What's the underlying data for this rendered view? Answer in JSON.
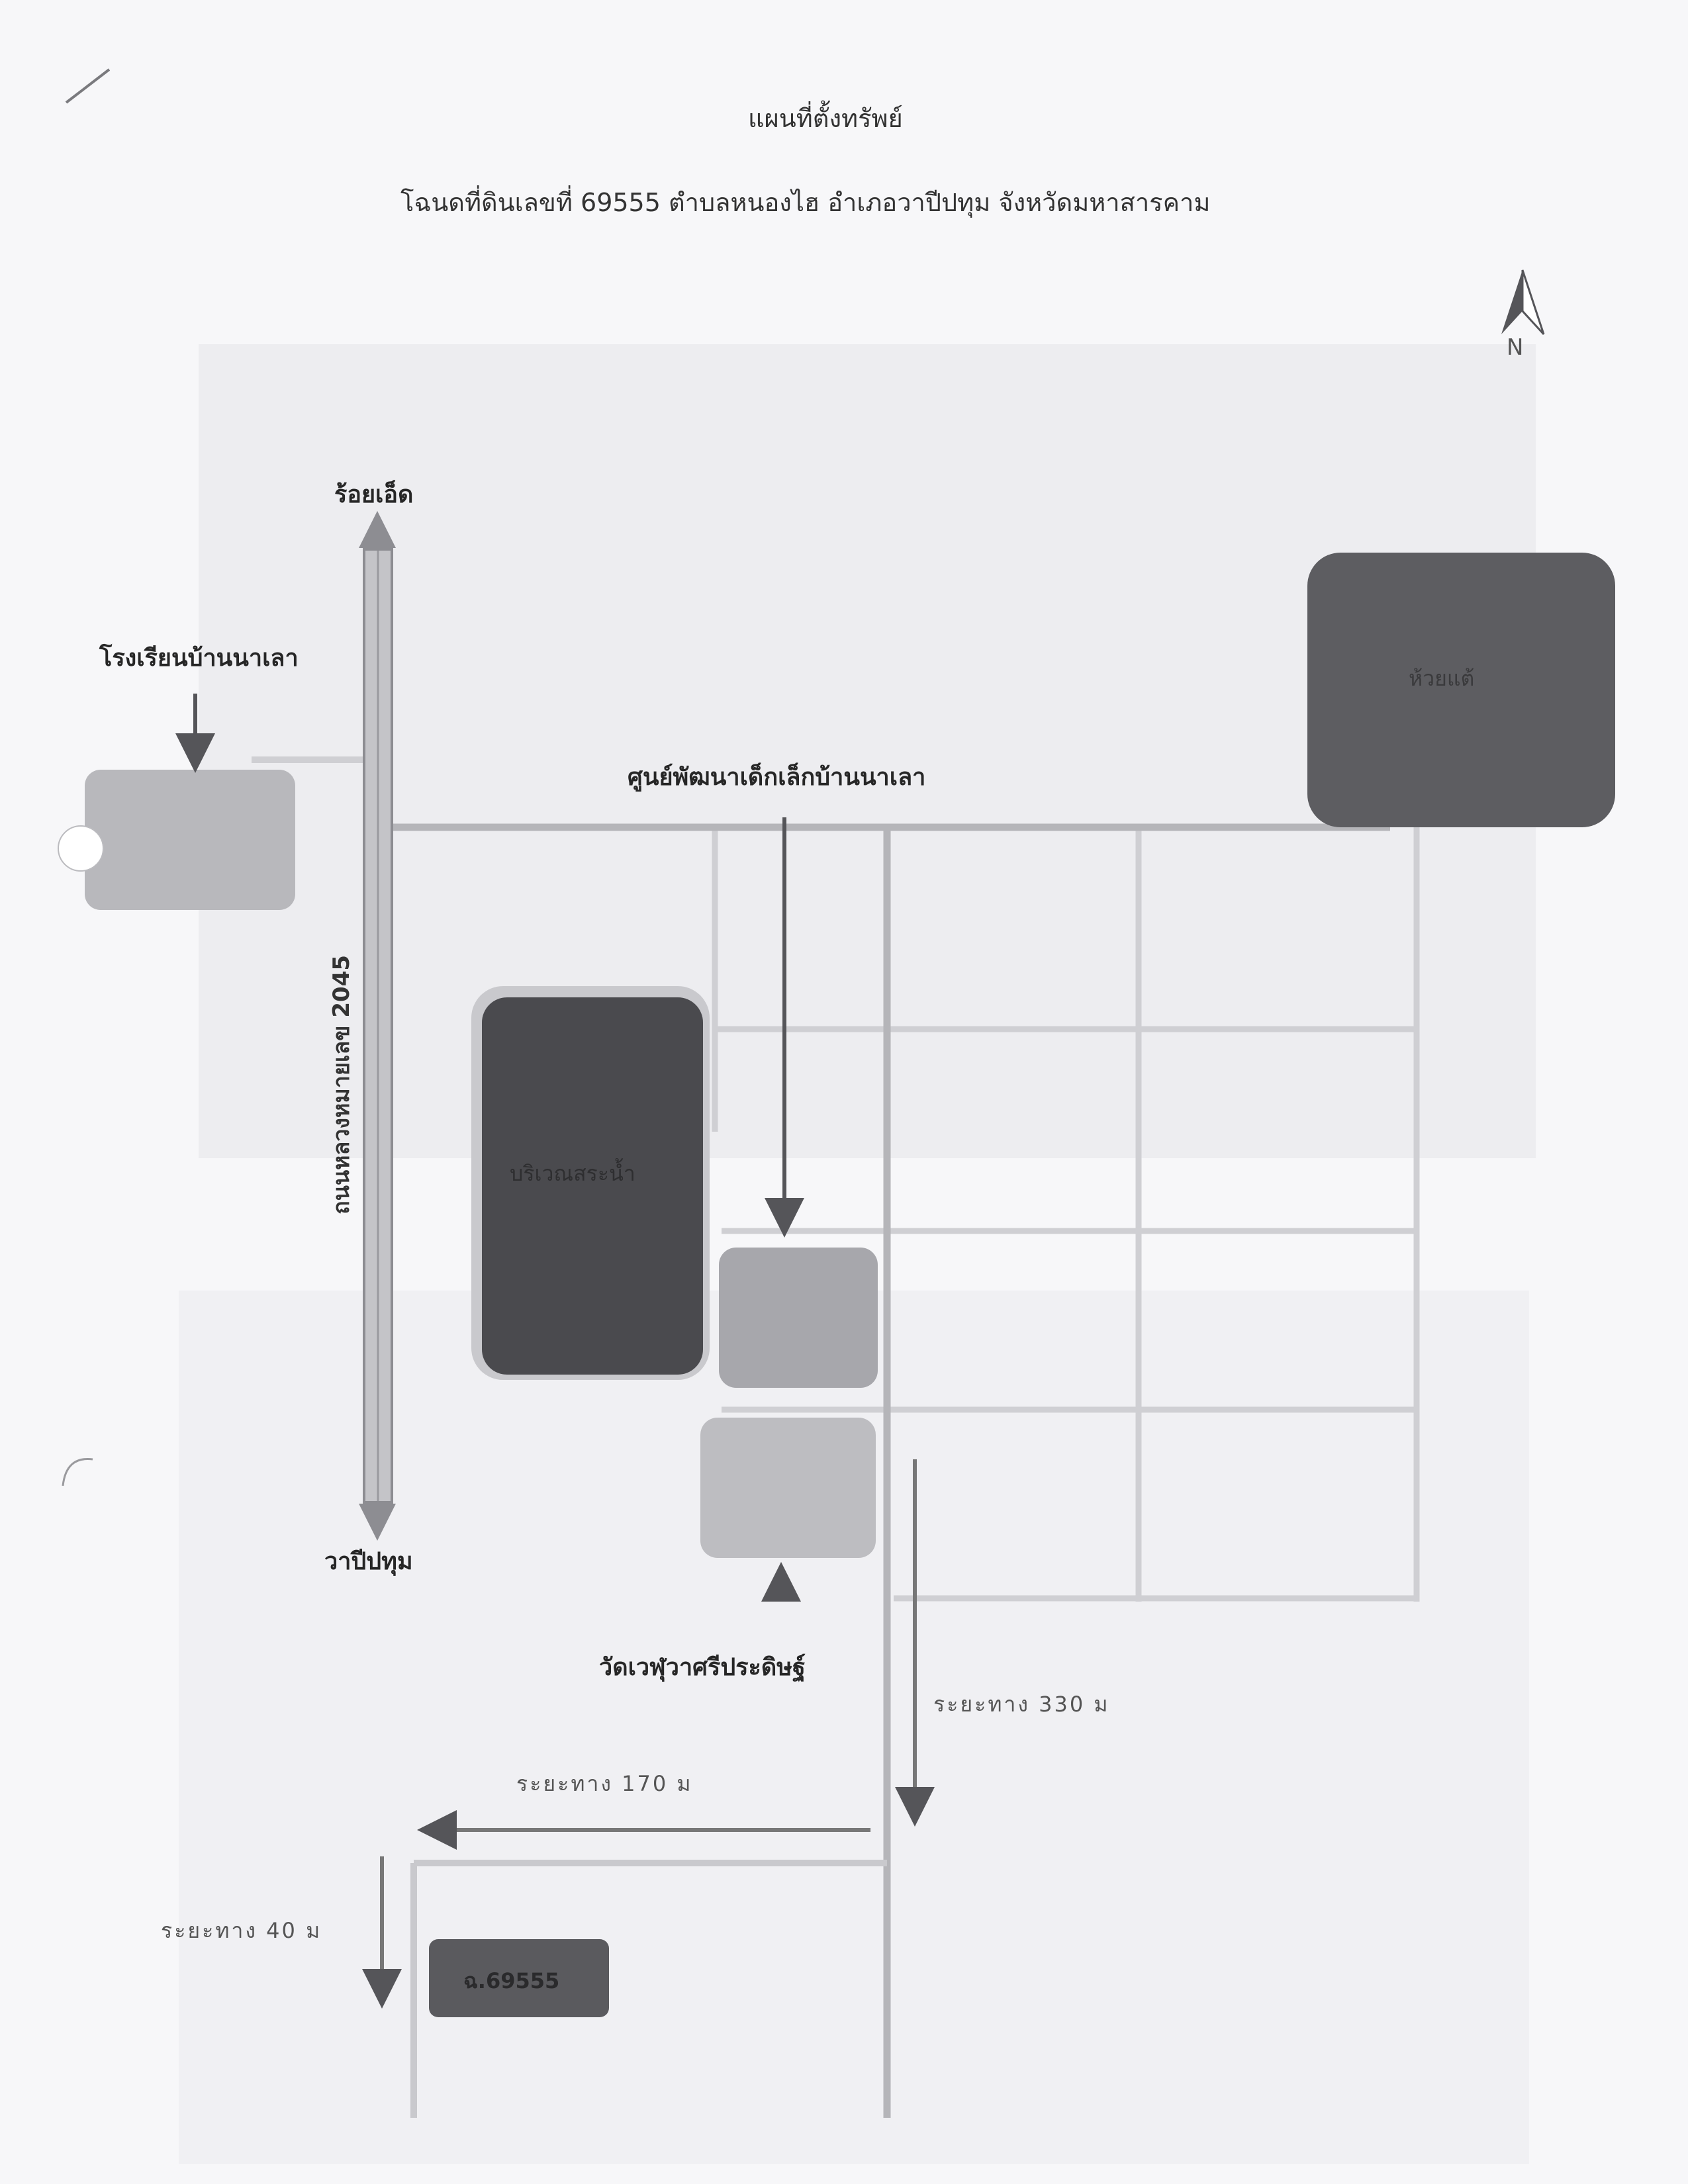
{
  "header": {
    "title": "แผนที่ตั้งทรัพย์",
    "subtitle": "โฉนดที่ดินเลขที่ 69555 ตำบลหนองไฮ อำเภอวาปีปทุม จังหวัดมหาสารคาม"
  },
  "compass": {
    "label": "N"
  },
  "highway": {
    "name": "ถนนหลวงหมายเลข 2045",
    "north_destination": "ร้อยเอ็ด",
    "south_destination": "วาปีปทุม"
  },
  "landmarks": {
    "school": "โรงเรียนบ้านนาเลา",
    "child_center": "ศูนย์พัฒนาเด็กเล็กบ้านนาเลา",
    "temple": "วัดเวฬุวาศรีประดิษฐ์",
    "pond": "บริเวณสระน้ำ",
    "stream": "ห้วยแต้"
  },
  "parcel": {
    "label": "ฉ.69555"
  },
  "distances": {
    "leg1": "ระยะทาง 330 ม",
    "leg2": "ระยะทาง 170 ม",
    "leg3": "ระยะทาง 40 ม"
  },
  "colors": {
    "road": "#c4c4c8",
    "road_edge": "#8d8d92",
    "dark_block": "#4a4a4e",
    "mid_block": "#9a9a9f",
    "light_block": "#b8b8bc",
    "arrow": "#555559"
  }
}
